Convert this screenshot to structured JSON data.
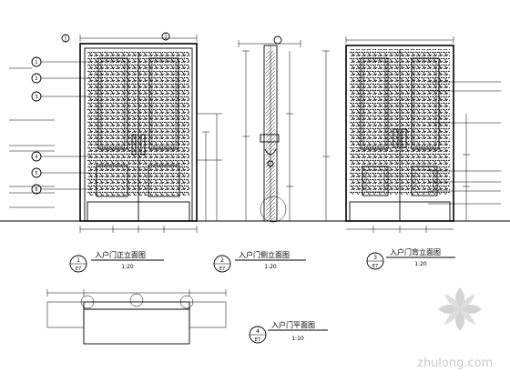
{
  "views": {
    "front": {
      "title": "入户门正立面图",
      "scale": "1:20",
      "marker": "1",
      "marker_sub": "E7",
      "callouts_left": [
        "1",
        "2",
        "3",
        "4",
        "5",
        "6"
      ]
    },
    "side": {
      "title": "入户门侧立面图",
      "scale": "1:20",
      "marker": "2",
      "marker_sub": "E7"
    },
    "back": {
      "title": "入户门背立面图",
      "scale": "1:20",
      "marker": "3",
      "marker_sub": "E7"
    },
    "plan": {
      "title": "入户门平面图",
      "scale": "1:10",
      "marker": "4",
      "marker_sub": "E7"
    }
  },
  "watermark": {
    "site": "zhulong.com"
  },
  "colors": {
    "line": "#000000",
    "watermark": "#c9c9c9",
    "background": "#ffffff"
  }
}
